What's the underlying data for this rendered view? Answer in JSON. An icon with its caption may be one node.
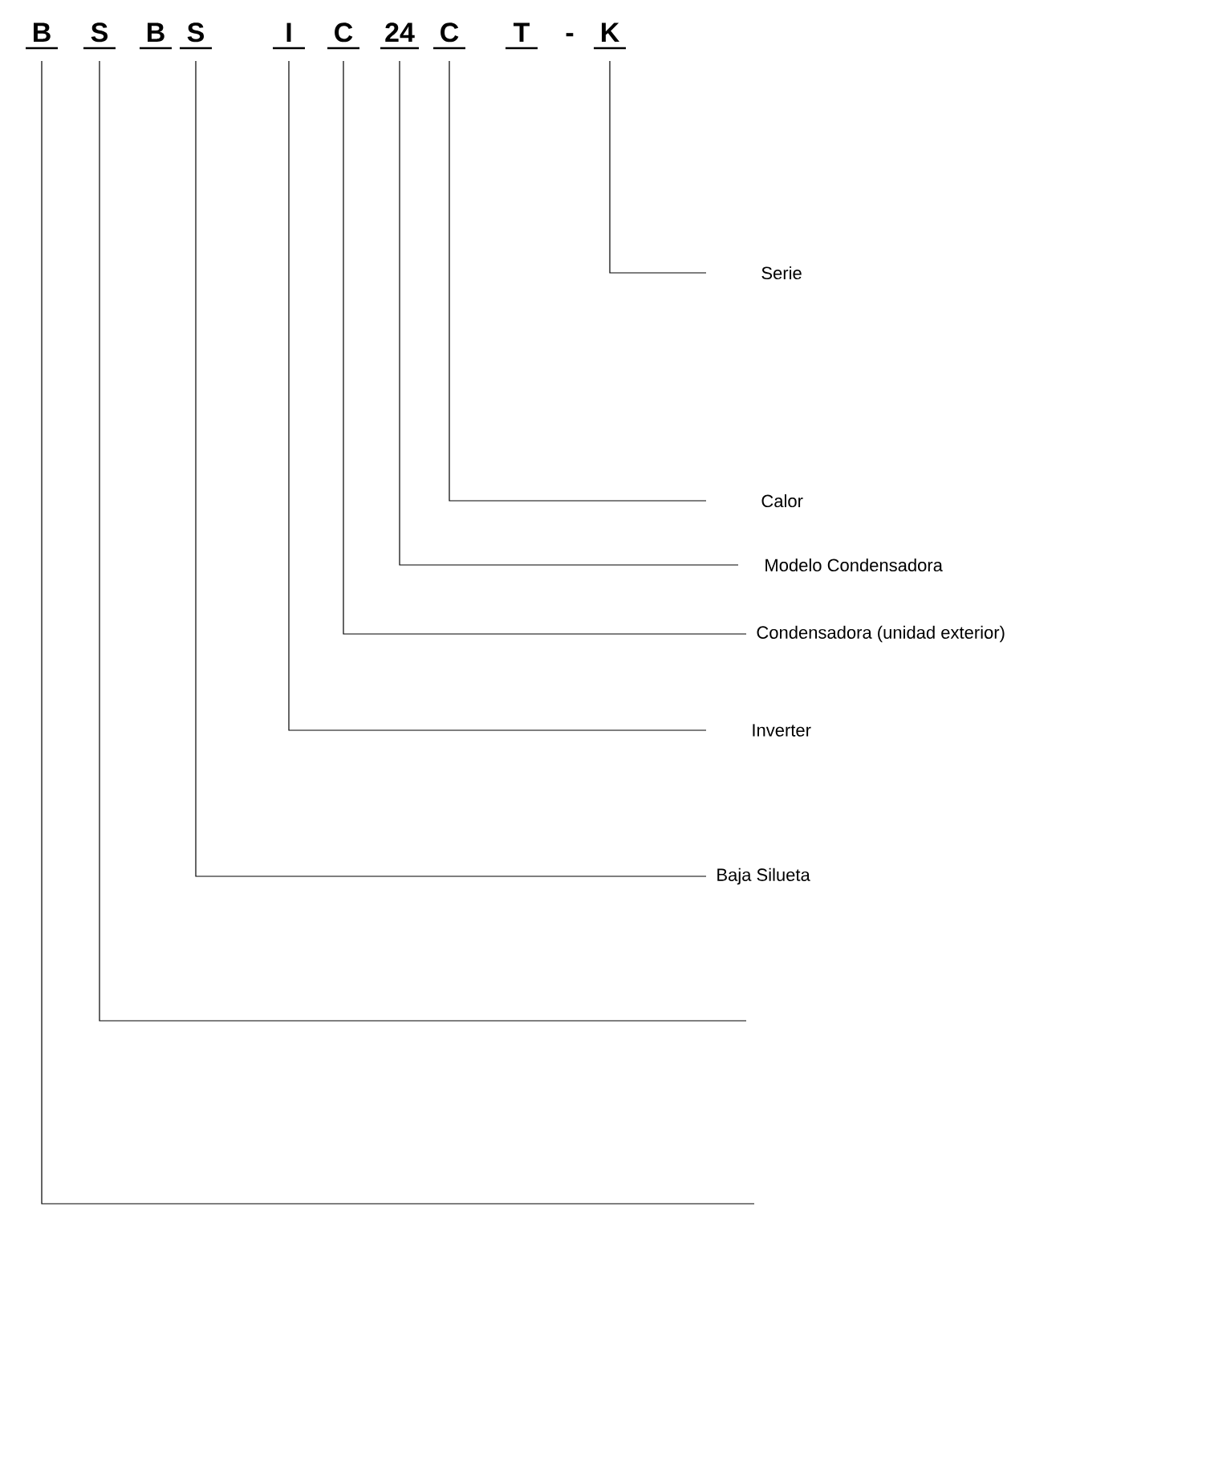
{
  "diagram": {
    "nodes": [
      {
        "text": [
          "B"
        ]
      },
      {
        "text": [
          "S"
        ]
      },
      {
        "text": [
          "B"
        ]
      },
      {
        "text": [
          "S"
        ]
      },
      {
        "text": [
          "I"
        ]
      },
      {
        "text": [
          "C"
        ]
      },
      {
        "text": [
          "24"
        ]
      },
      {
        "text": [
          "C"
        ]
      },
      {
        "text": [
          "T"
        ]
      },
      {
        "text": [
          "-"
        ]
      },
      {
        "text": [
          "K"
        ]
      },
      {
        "text": [
          "Serie"
        ]
      },
      {
        "text": [
          "Calor"
        ]
      },
      {
        "text": [
          "Modelo Condensadora"
        ]
      },
      {
        "text": [
          "Condensadora (unidad exterior)"
        ]
      },
      {
        "text": [
          "Inverter"
        ]
      },
      {
        "text": [
          "Baja Silueta"
        ]
      }
    ],
    "edges": [
      {
        "from": 10,
        "to": 11,
        "arrow": "none"
      },
      {
        "from": 7,
        "to": 12,
        "arrow": "none"
      },
      {
        "from": 6,
        "to": 13,
        "arrow": "none"
      },
      {
        "from": 5,
        "to": 14,
        "arrow": "none"
      },
      {
        "from": 4,
        "to": 15,
        "arrow": "none"
      },
      {
        "from": 3,
        "to": 16,
        "arrow": "none"
      },
      {
        "from": 1,
        "to": null,
        "arrow": "none"
      },
      {
        "from": 0,
        "to": null,
        "arrow": "none"
      }
    ]
  }
}
